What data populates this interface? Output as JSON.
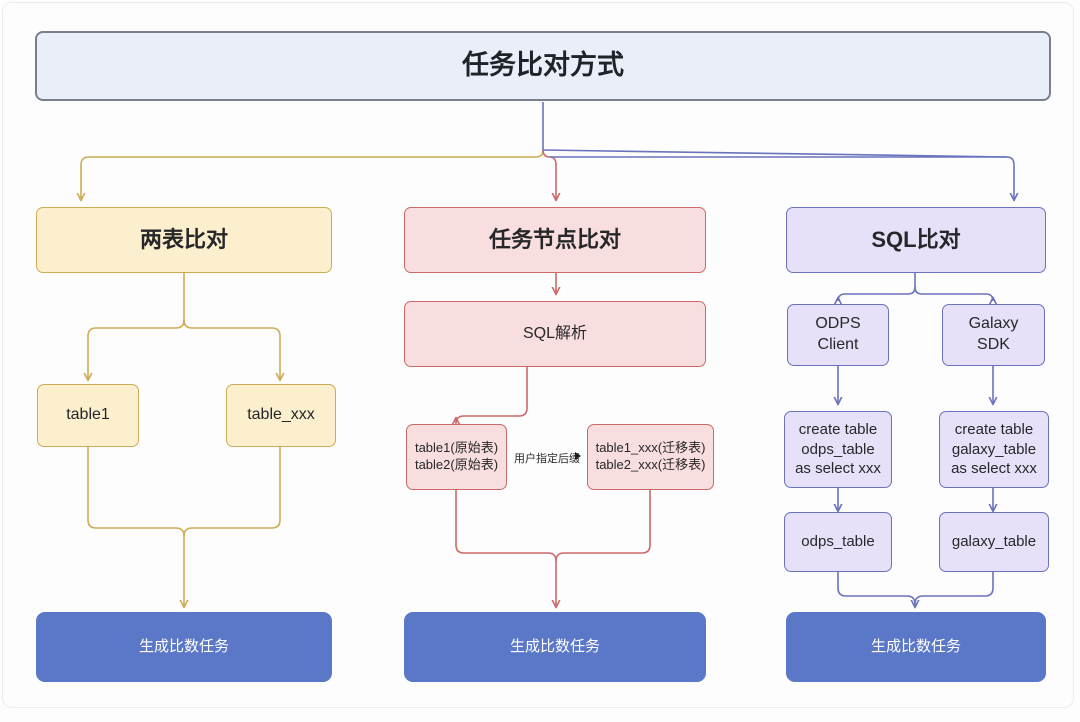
{
  "diagram": {
    "title": "任务比对方式",
    "colors": {
      "title_fill": "#eaeef8",
      "title_stroke": "#7a7f8c",
      "amber_fill": "#fbefce",
      "amber_stroke": "#ceab55",
      "rose_fill": "#f8dede",
      "rose_stroke": "#cb6a68",
      "violet_fill": "#e6e1f8",
      "violet_stroke": "#6b72bd",
      "result_fill": "#5b78c8",
      "result_text": "#ffffff",
      "canvas": "#fdfdfd"
    },
    "branches": [
      {
        "key": "two_table",
        "heading": "两表比对",
        "accent": "#ceab55",
        "nodes": [
          {
            "id": "table1",
            "label": "table1"
          },
          {
            "id": "table_xxx",
            "label": "table_xxx"
          }
        ],
        "result": "生成比数任务"
      },
      {
        "key": "task_node",
        "heading": "任务节点比对",
        "accent": "#cb6a68",
        "nodes": [
          {
            "id": "sql_parse",
            "label": "SQL解析"
          },
          {
            "id": "origin_tables",
            "label": "table1(原始表)\ntable2(原始表)"
          },
          {
            "id": "migrated_tables",
            "label": "table1_xxx(迁移表)\ntable2_xxx(迁移表)"
          }
        ],
        "edge_label": "用户指定后缀",
        "result": "生成比数任务"
      },
      {
        "key": "sql_compare",
        "heading": "SQL比对",
        "accent": "#6b72bd",
        "nodes": [
          {
            "id": "odps_client",
            "label": "ODPS\nClient"
          },
          {
            "id": "galaxy_sdk",
            "label": "Galaxy\nSDK"
          },
          {
            "id": "create_odps",
            "label": "create table\nodps_table\nas select xxx"
          },
          {
            "id": "create_galaxy",
            "label": "create table\ngalaxy_table\nas select xxx"
          },
          {
            "id": "odps_table",
            "label": "odps_table"
          },
          {
            "id": "galaxy_table",
            "label": "galaxy_table"
          }
        ],
        "result": "生成比数任务"
      }
    ]
  }
}
